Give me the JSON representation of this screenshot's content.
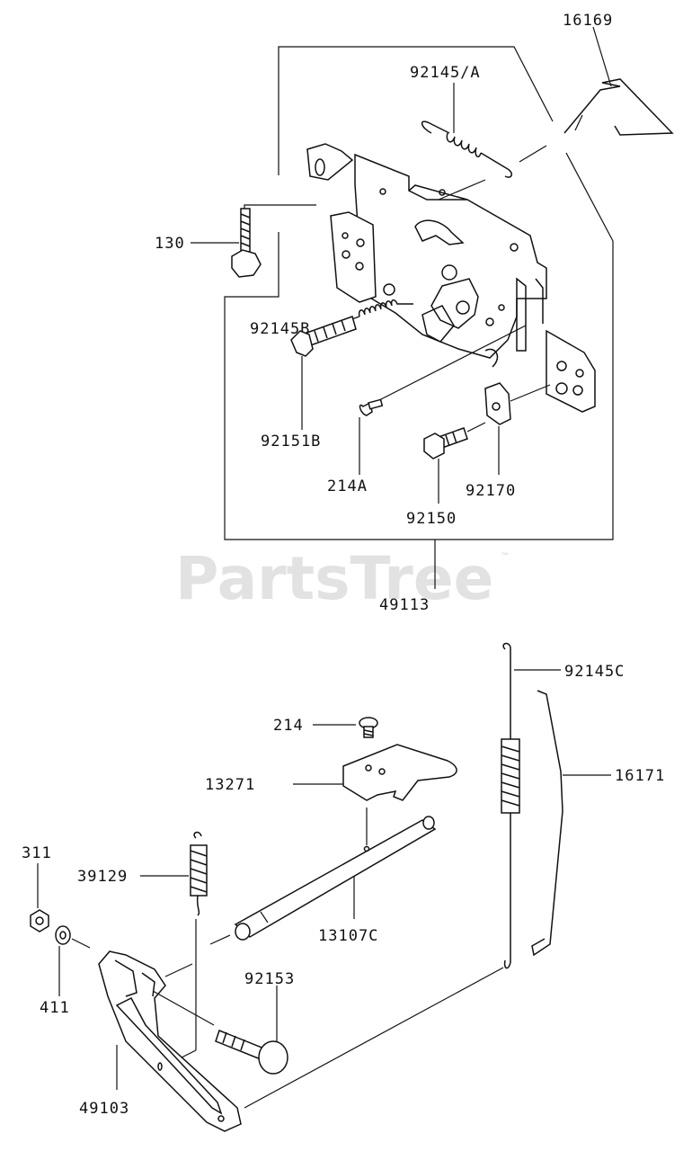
{
  "watermark": {
    "text": "PartsTree",
    "mark": "™"
  },
  "labels": {
    "p16169": "16169",
    "p92145A": "92145/A",
    "p130": "130",
    "p92145B": "92145B",
    "p92151B": "92151B",
    "p214A": "214A",
    "p92170": "92170",
    "p92150": "92150",
    "p49113": "49113",
    "p92145C": "92145C",
    "p214": "214",
    "p13271": "13271",
    "p16171": "16171",
    "p311": "311",
    "p39129": "39129",
    "p13107C": "13107C",
    "p411": "411",
    "p92153": "92153",
    "p49103": "49103"
  }
}
